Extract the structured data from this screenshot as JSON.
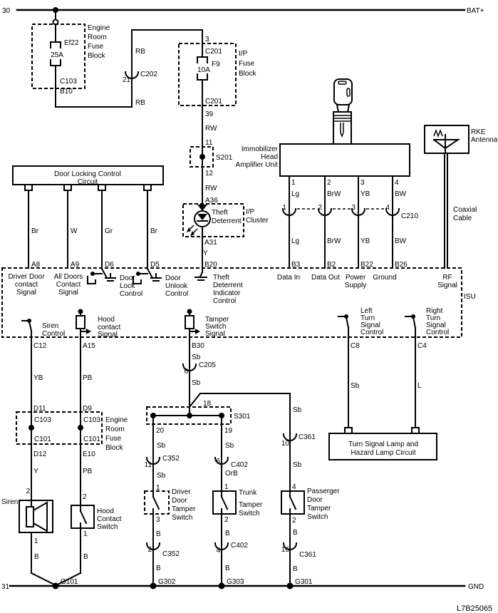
{
  "code": "L7B25065",
  "rails": {
    "top_left": "30",
    "top_right": "BAT+",
    "bottom_left": "31",
    "bottom_right": "GND"
  },
  "fuse_block_top": {
    "name": [
      "Engine",
      "Room",
      "Fuse",
      "Block"
    ],
    "fuse_id": "Ef22",
    "rating": "25A",
    "conn": "C103",
    "pin": "B10"
  },
  "feed": {
    "wire_up": "RB",
    "conn": "C202",
    "conn_pin": "21",
    "wire_down": "RB"
  },
  "ip_block": {
    "pin_in": "3",
    "conn_in": "C201",
    "fuse_id": "F9",
    "rating": "10A",
    "conn_out": "C201",
    "pin_out": "39",
    "name": [
      "I/P",
      "Fuse",
      "Block"
    ]
  },
  "cluster_line": {
    "wire1": "RW",
    "s_pin_in": "11",
    "splice": "S201",
    "s_pin_out": "12",
    "wire2": "RW",
    "pin_in": "A36",
    "led_label": [
      "Theft",
      "Deterrent"
    ],
    "box_label": [
      "I/P",
      "Cluster"
    ],
    "pin_out": "A31",
    "wire3": "Y",
    "pin_isu": "B20"
  },
  "door_locking": {
    "title1": "Door Locking Control",
    "title2": "Circuit",
    "wires": [
      "Br",
      "W",
      "Gr",
      "Br"
    ],
    "pins": [
      "A8",
      "A9",
      "D6",
      "D5"
    ]
  },
  "immobilizer": {
    "name": [
      "Immobilizer",
      "Head",
      "Amplifier Unit"
    ],
    "pins": [
      "1",
      "2",
      "3",
      "4"
    ],
    "wires_upper": [
      "Lg",
      "BrW",
      "YB",
      "BW"
    ],
    "conn": "C210",
    "conn_pins": [
      "1",
      "2",
      "3",
      "4"
    ],
    "wires_lower": [
      "Lg",
      "BrW",
      "YB",
      "BW"
    ],
    "isu_pins": [
      "B3",
      "B2",
      "B22",
      "B26"
    ]
  },
  "rke": {
    "name1": "RKE",
    "name2": "Antenna",
    "cable1": "Coaxial",
    "cable2": "Cable"
  },
  "isu": {
    "label": "ISU",
    "driver_door": [
      "Driver Door",
      "contact",
      "Signal"
    ],
    "all_doors": [
      "All Doors",
      "Contact",
      "Signal"
    ],
    "door_lock": [
      "Door",
      "Lock",
      "Control"
    ],
    "door_unlock": [
      "Door",
      "Unlook",
      "Control"
    ],
    "theft_ind": [
      "Theft",
      "Deterrent",
      "Indicator",
      "Control"
    ],
    "data_in": "Data In",
    "data_out": "Data Out",
    "power": [
      "Power",
      "Supply"
    ],
    "ground": "Ground",
    "rf": [
      "RF",
      "Signal"
    ],
    "siren": [
      "Siren",
      "Control"
    ],
    "hood": [
      "Hood",
      "contact",
      "Signal"
    ],
    "tamper": [
      "Tamper",
      "Switch",
      "Signal"
    ],
    "left_turn": [
      "Left",
      "Turn",
      "Signal",
      "Control"
    ],
    "right_turn": [
      "Right",
      "Turn",
      "Signal",
      "Control"
    ],
    "pins_bottom": [
      "C12",
      "A15",
      "B30",
      "C8",
      "C4"
    ]
  },
  "fuse_block_bottom": {
    "name": [
      "Engine",
      "Room",
      "Fuse",
      "Block"
    ],
    "left_conn_top": "C103",
    "left_conn_bot": "C101",
    "right_conn_top": "C103",
    "right_conn_bot": "C101"
  },
  "siren_col": {
    "wire1": "YB",
    "pin1": "D11",
    "pin2": "D12",
    "wire2": "Y",
    "dev_pin_top": "2",
    "dev": "Siren",
    "dev_pin_bot": "1",
    "wire3": "B",
    "gnd": "G101"
  },
  "hood_col": {
    "wire1": "PB",
    "pin1": "D9",
    "pin2": "E10",
    "wire2": "PB",
    "dev_pin_top": "2",
    "dev": [
      "Hood",
      "Contact",
      "Switch"
    ],
    "dev_pin_bot": "1",
    "wire3": "B"
  },
  "tamper_col": {
    "wire1": "Sb",
    "conn": "C205",
    "conn_pin": "6",
    "wire2": "Sb",
    "s_pin": "18",
    "splice": "S301"
  },
  "driver_col": {
    "s_pin": "20",
    "wire1": "Sb",
    "conn1": "C352",
    "conn1_pin": "11",
    "wire2": "Sb",
    "dev_pin_top": "1",
    "dev": [
      "Driver",
      "Door",
      "Tamper",
      "Switch"
    ],
    "dev_pin_bot": "3",
    "wire3": "B",
    "conn2": "C352",
    "conn2_pin": "2",
    "wire4": "B",
    "gnd": "G302"
  },
  "trunk_col": {
    "s_pin": "19",
    "wire1": "Sb",
    "conn1": "C402",
    "conn1_pin": "6",
    "wire2": "OrB",
    "dev_pin_top": "1",
    "dev": [
      "Trunk",
      "Tamper",
      "Switch"
    ],
    "dev_pin_bot": "2",
    "wire3": "B",
    "conn2": "C402",
    "conn2_pin": "4",
    "wire4": "B",
    "gnd": "G303"
  },
  "pass_col": {
    "wire1": "Sb",
    "conn1": "C361",
    "conn1_pin": "10",
    "wire2": "Sb",
    "dev_pin_top": "4",
    "dev": [
      "Passerger",
      "Door",
      "Tamper",
      "Switch"
    ],
    "dev_pin_bot": "2",
    "wire3": "B",
    "conn2": "C361",
    "conn2_pin": "16",
    "wire4": "B",
    "gnd": "G301"
  },
  "turn_circuit": {
    "left_wire": "Sb",
    "right_wire": "L",
    "title1": "Turn Signal Lamp and",
    "title2": "Hazard Lamp Circuit"
  }
}
